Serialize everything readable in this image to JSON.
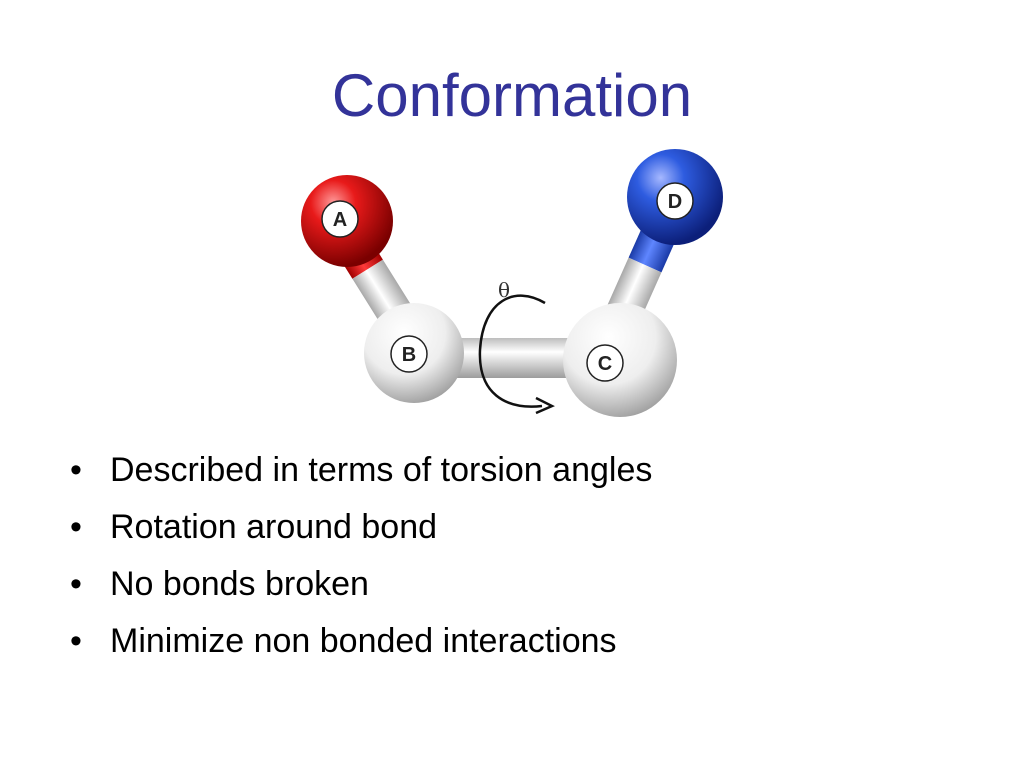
{
  "slide": {
    "title": "Conformation",
    "figure": {
      "atoms": [
        {
          "label": "A",
          "color": "#e01010"
        },
        {
          "label": "B",
          "color": "#f2f2f2"
        },
        {
          "label": "C",
          "color": "#f2f2f2"
        },
        {
          "label": "D",
          "color": "#2a55d4"
        }
      ],
      "angle_symbol": "θ",
      "rotation_arrow_icon": "curved-arrow-icon"
    },
    "bullet_glyph": "•",
    "bullets": [
      "Described in terms of torsion angles",
      "Rotation around bond",
      "No bonds broken",
      "Minimize non bonded interactions"
    ]
  }
}
